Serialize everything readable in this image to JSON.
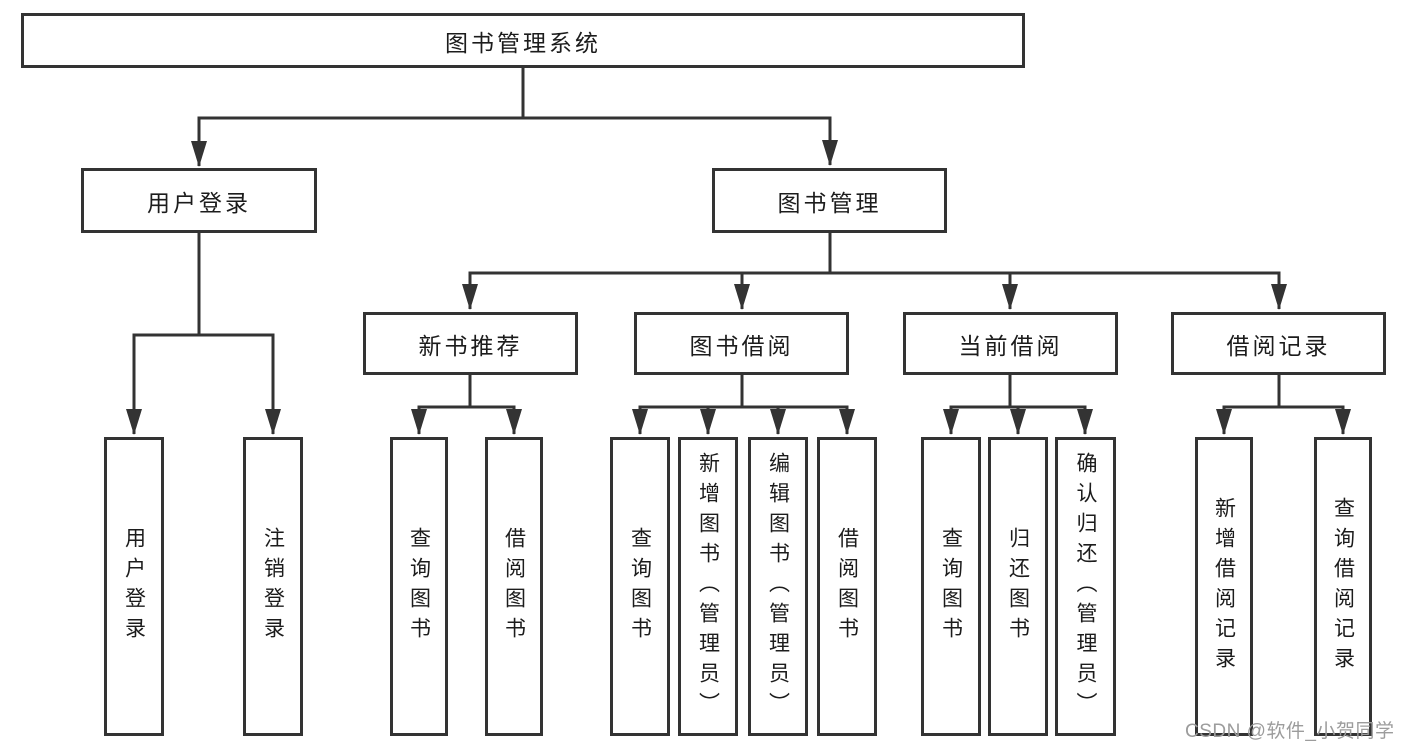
{
  "tree": {
    "root": "图书管理系统",
    "branches": [
      {
        "label": "用户登录",
        "children": [
          "用户登录",
          "注销登录"
        ]
      },
      {
        "label": "图书管理",
        "groups": [
          {
            "label": "新书推荐",
            "children": [
              "查询图书",
              "借阅图书"
            ]
          },
          {
            "label": "图书借阅",
            "children": [
              "查询图书",
              "新增图书（管理员）",
              "编辑图书（管理员）",
              "借阅图书"
            ]
          },
          {
            "label": "当前借阅",
            "children": [
              "查询图书",
              "归还图书",
              "确认归还（管理员）"
            ]
          },
          {
            "label": "借阅记录",
            "children": [
              "新增借阅记录",
              "查询借阅记录"
            ]
          }
        ]
      }
    ]
  },
  "watermark": "CSDN @软件_小贺同学",
  "colors": {
    "line": "#333333",
    "box_border": "#333333",
    "text": "#1c1c1c",
    "watermark": "#9c9c9c",
    "background": "#ffffff"
  }
}
